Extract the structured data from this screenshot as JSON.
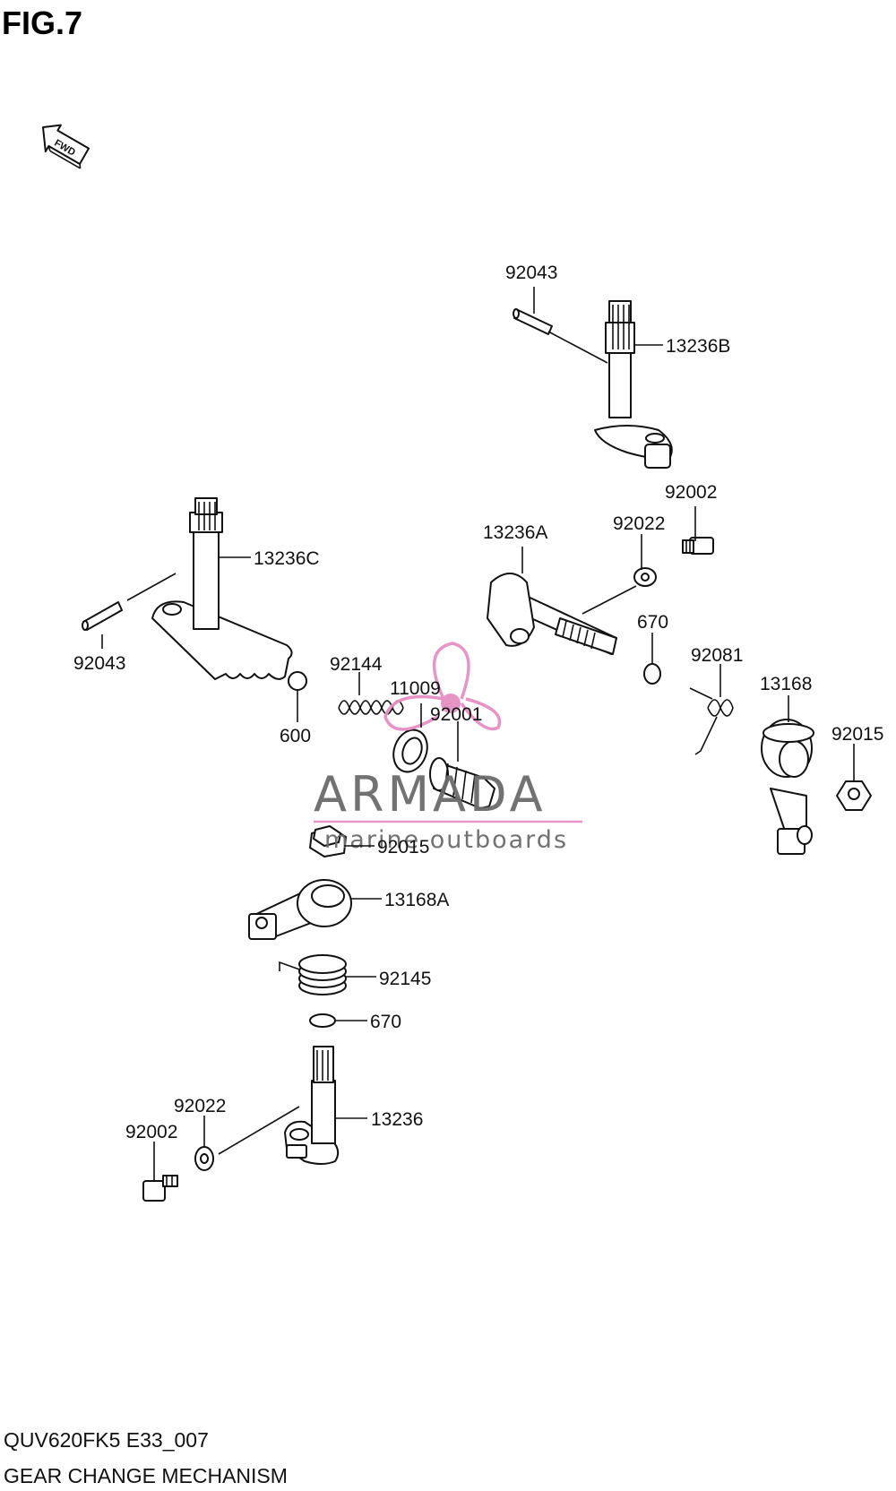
{
  "figure": {
    "title": "FIG.7",
    "fwd_label": "FWD"
  },
  "footer": {
    "code": "QUV620FK5 E33_007",
    "name": "GEAR CHANGE MECHANISM"
  },
  "watermark": {
    "brand": "ARMADA",
    "tagline": "marine outboards",
    "color_text": "#6b6b6b",
    "color_accent": "#e58fc4"
  },
  "callouts": [
    {
      "id": "92043-upper",
      "label": "92043"
    },
    {
      "id": "13236B",
      "label": "13236B"
    },
    {
      "id": "92002-upper",
      "label": "92002"
    },
    {
      "id": "92022-upper",
      "label": "92022"
    },
    {
      "id": "13236A",
      "label": "13236A"
    },
    {
      "id": "13236C",
      "label": "13236C"
    },
    {
      "id": "92043-lower",
      "label": "92043"
    },
    {
      "id": "670-upper",
      "label": "670"
    },
    {
      "id": "92081",
      "label": "92081"
    },
    {
      "id": "13168",
      "label": "13168"
    },
    {
      "id": "92015-right",
      "label": "92015"
    },
    {
      "id": "92144",
      "label": "92144"
    },
    {
      "id": "11009",
      "label": "11009"
    },
    {
      "id": "92001",
      "label": "92001"
    },
    {
      "id": "600",
      "label": "600"
    },
    {
      "id": "92015-center",
      "label": "92015"
    },
    {
      "id": "13168A",
      "label": "13168A"
    },
    {
      "id": "92145",
      "label": "92145"
    },
    {
      "id": "670-lower",
      "label": "670"
    },
    {
      "id": "92022-lower",
      "label": "92022"
    },
    {
      "id": "92002-lower",
      "label": "92002"
    },
    {
      "id": "13236",
      "label": "13236"
    }
  ]
}
